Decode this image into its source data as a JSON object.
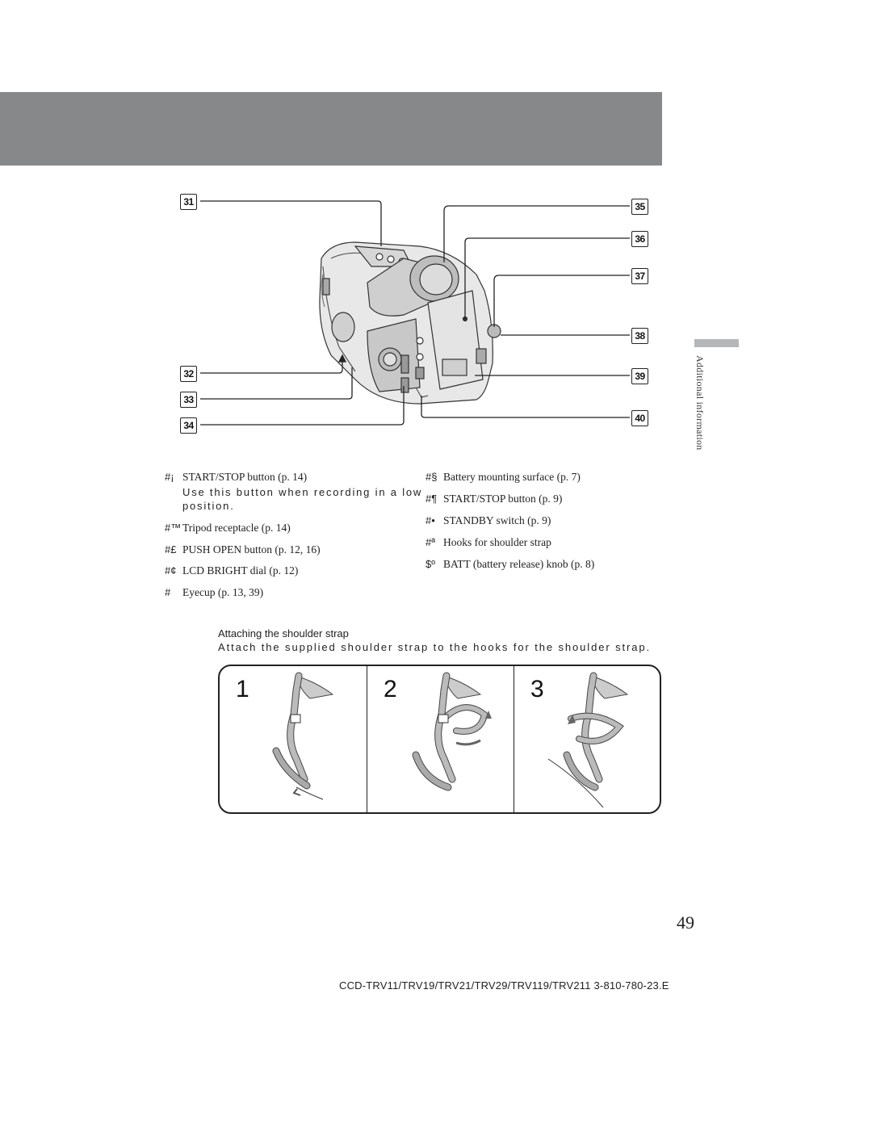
{
  "side_tab": {
    "label": "Additional information"
  },
  "callouts": [
    "31",
    "32",
    "33",
    "34",
    "35",
    "36",
    "37",
    "38",
    "39",
    "40"
  ],
  "left_list": [
    {
      "marker": "#¡",
      "text": "START/STOP button (p. 14)",
      "note": "Use this button when recording in a low position."
    },
    {
      "marker": "#™",
      "text": "Tripod receptacle (p. 14)"
    },
    {
      "marker": "#£",
      "text": "PUSH OPEN button (p. 12, 16)"
    },
    {
      "marker": "#¢",
      "text": "LCD BRIGHT dial (p. 12)"
    },
    {
      "marker": "#",
      "text": "Eyecup (p. 13, 39)"
    }
  ],
  "right_list": [
    {
      "marker": "#§",
      "text": "Battery mounting surface (p. 7)"
    },
    {
      "marker": "#¶",
      "text": "START/STOP button (p. 9)"
    },
    {
      "marker": "#•",
      "text": "STANDBY switch (p. 9)"
    },
    {
      "marker": "#ª",
      "text": "Hooks for shoulder strap"
    },
    {
      "marker": "$º",
      "text": "BATT (battery release) knob (p. 8)"
    }
  ],
  "strap": {
    "title": "Attaching the shoulder strap",
    "description": "Attach the supplied shoulder strap to the hooks for the shoulder strap.",
    "steps": [
      "1",
      "2",
      "3"
    ]
  },
  "page_number": "49",
  "model_code": "CCD-TRV11/TRV19/TRV21/TRV29/TRV119/TRV211  3-810-780-23.E"
}
